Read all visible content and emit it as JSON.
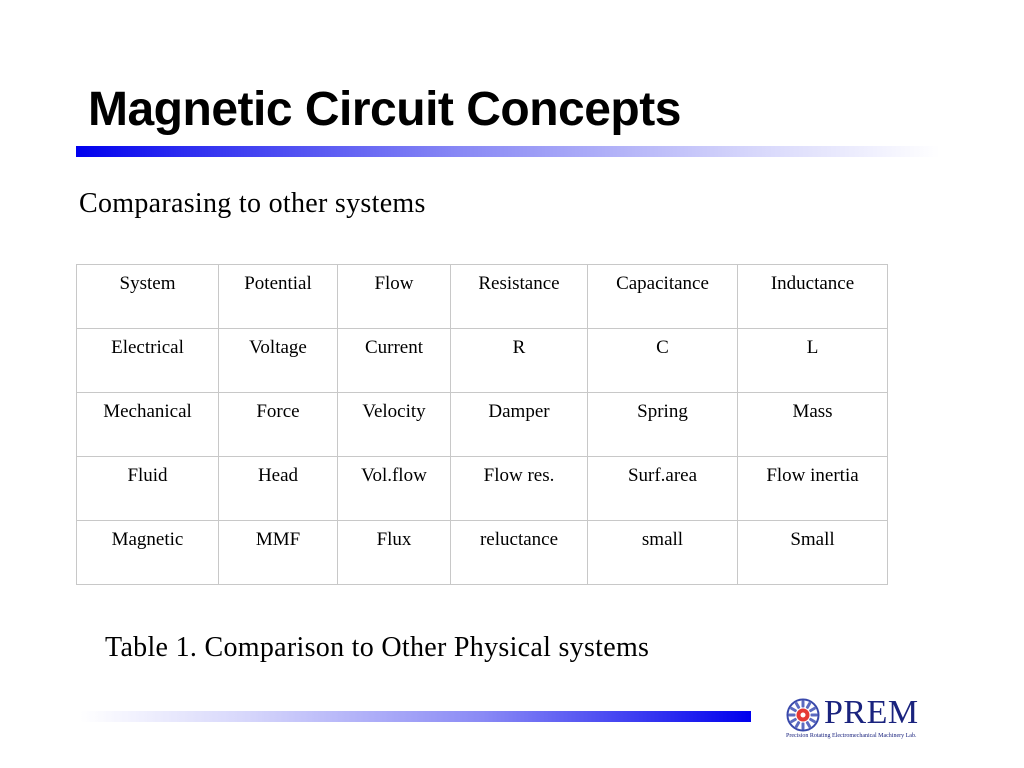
{
  "slide": {
    "title": "Magnetic Circuit Concepts",
    "subtitle": "Comparasing to other systems",
    "caption": "Table 1. Comparison to Other Physical systems"
  },
  "table": {
    "header": [
      "System",
      "Potential",
      "Flow",
      "Resistance",
      "Capacitance",
      "Inductance"
    ],
    "rows": [
      [
        "Electrical",
        "Voltage",
        "Current",
        "R",
        "C",
        "L"
      ],
      [
        "Mechanical",
        "Force",
        "Velocity",
        "Damper",
        "Spring",
        "Mass"
      ],
      [
        "Fluid",
        "Head",
        "Vol.flow",
        "Flow res.",
        "Surf.area",
        "Flow inertia"
      ],
      [
        "Magnetic",
        "MMF",
        "Flux",
        "reluctance",
        "small",
        "Small"
      ]
    ]
  },
  "logo": {
    "name": "PREM",
    "tagline": "Precision Rotating Electromechanical Machinery Lab.",
    "color": "#1a237e"
  },
  "colors": {
    "accent_bar": "#0000ee",
    "table_border": "#c8c8c8"
  }
}
